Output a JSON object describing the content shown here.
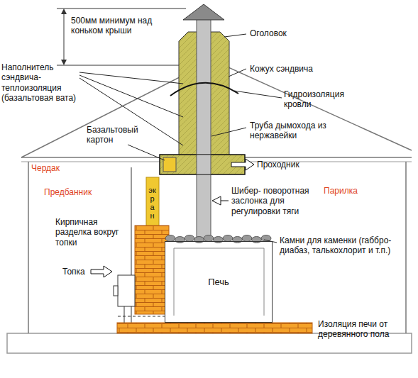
{
  "diagram": {
    "nodes": [
      {
        "text": [
          "Печь"
        ]
      }
    ],
    "labels": [
      "500мм минимум над коньком крыши",
      "Оголовок",
      "Наполнитель сэндвича-теплоизоляция (базальтовая вата)",
      "Кожух сэндвича",
      "Гидроизоляция кровли",
      "Труба дымохода из нержавейки",
      "Базальтовый картон",
      "Чердак",
      "Проходник",
      "Предбанник",
      "Парилка",
      "экран",
      "Шибер- поворотная заслонка для регулировки тяги",
      "Кирпичная разделка вокруг топки",
      "Камни для каменки (габбро-диабаз, талькохлорит и т.п.)",
      "Топка",
      "Изоляция печи от деревянного пола"
    ]
  }
}
